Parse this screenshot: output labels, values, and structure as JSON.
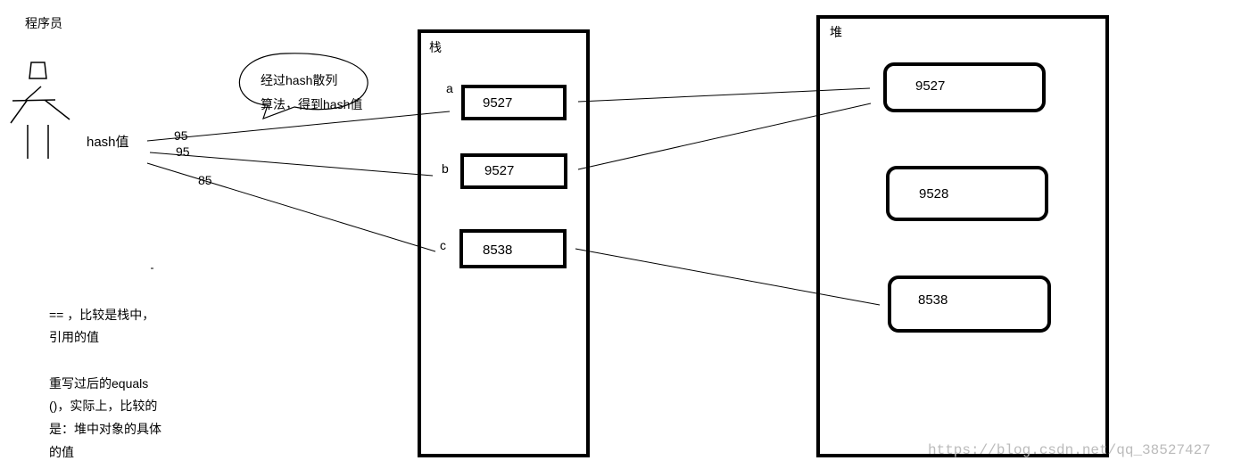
{
  "programmer": {
    "label": "程序员"
  },
  "hash": {
    "label": "hash值",
    "values": [
      "95",
      "95",
      "85"
    ]
  },
  "bubble": {
    "line1": "经过hash散列",
    "line2": "算法，得到hash值"
  },
  "stack": {
    "title": "栈",
    "items": [
      {
        "name": "a",
        "value": "9527"
      },
      {
        "name": "b",
        "value": "9527"
      },
      {
        "name": "c",
        "value": "8538"
      }
    ]
  },
  "heap": {
    "title": "堆",
    "items": [
      {
        "value": "9527"
      },
      {
        "value": "9528"
      },
      {
        "value": "8538"
      }
    ]
  },
  "notes": {
    "eq_line1": "==  ，比较是栈中，",
    "eq_line2": "引用的值",
    "equals_line1": "重写过后的equals",
    "equals_line2": "()，实际上，比较的",
    "equals_line3": "是：堆中对象的具体",
    "equals_line4": "的值"
  },
  "watermark": "https://blog.csdn.net/qq_38527427"
}
